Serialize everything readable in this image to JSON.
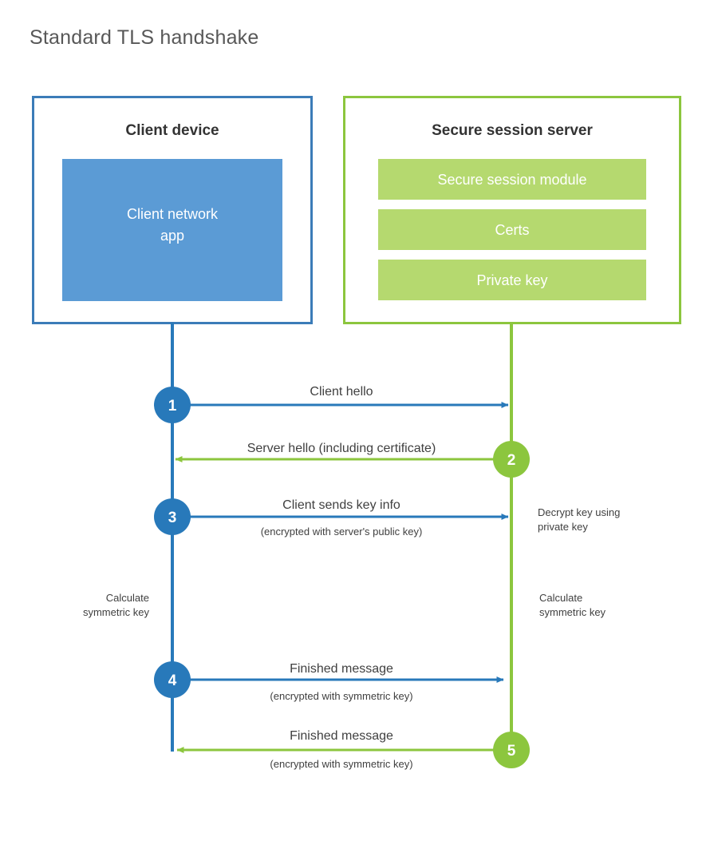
{
  "title": "Standard TLS handshake",
  "entities": {
    "client": {
      "title": "Client device",
      "blocks": [
        "Client network app"
      ],
      "block_line1": "Client network",
      "block_line2": "app",
      "color": "#3b7cb8",
      "fill": "#5b9bd5"
    },
    "server": {
      "title": "Secure session server",
      "blocks": [
        "Secure session module",
        "Certs",
        "Private key"
      ],
      "color": "#8cc63e",
      "fill": "#b5d96f"
    }
  },
  "steps": [
    {
      "number": "1",
      "direction": "client-to-server",
      "label": "Client hello",
      "sublabel": "",
      "color": "#2879ba"
    },
    {
      "number": "2",
      "direction": "server-to-client",
      "label": "Server hello (including certificate)",
      "sublabel": "",
      "color": "#8cc63e"
    },
    {
      "number": "3",
      "direction": "client-to-server",
      "label": "Client sends key info",
      "sublabel": "(encrypted with server's public key)",
      "color": "#2879ba"
    },
    {
      "number": "4",
      "direction": "client-to-server",
      "label": "Finished message",
      "sublabel": "(encrypted with symmetric key)",
      "color": "#2879ba"
    },
    {
      "number": "5",
      "direction": "server-to-client",
      "label": "Finished message",
      "sublabel": "(encrypted with symmetric key)",
      "color": "#8cc63e"
    }
  ],
  "annotations": {
    "decrypt_line1": "Decrypt key using",
    "decrypt_line2": "private key",
    "client_calc_line1": "Calculate",
    "client_calc_line2": "symmetric key",
    "server_calc_line1": "Calculate",
    "server_calc_line2": "symmetric key"
  }
}
